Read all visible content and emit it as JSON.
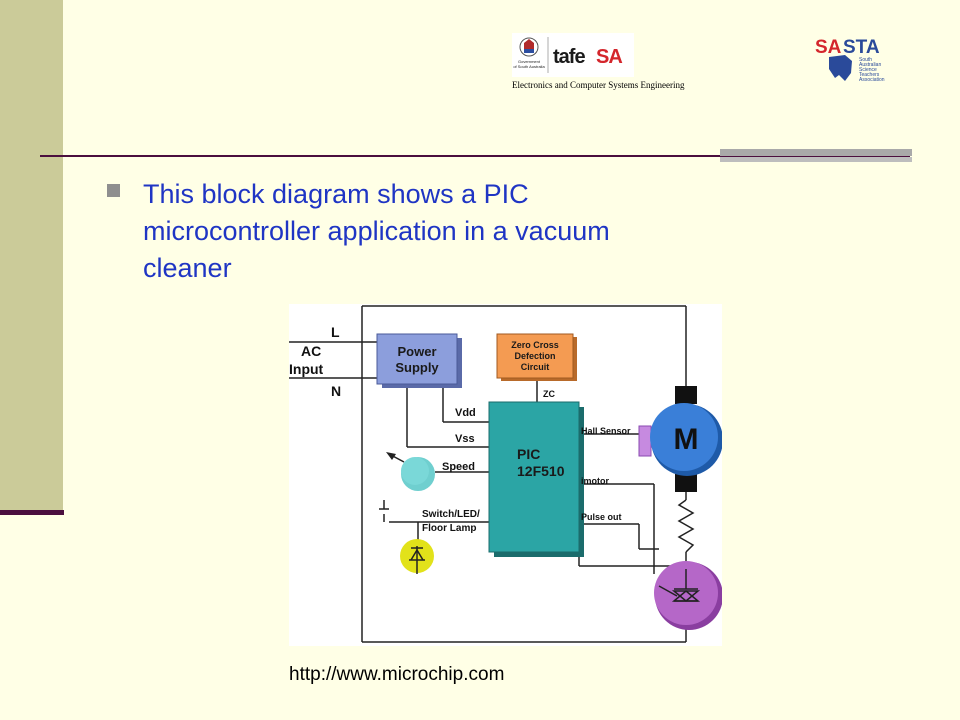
{
  "header": {
    "logo_main": "tafe",
    "logo_accent": "SA",
    "logo_gov_line1": "Government",
    "logo_gov_line2": "of South Australia",
    "caption": "Electronics and Computer Systems Engineering",
    "sasta_logo_left": "SA",
    "sasta_logo_right": "STA",
    "sasta_text_line1": "South",
    "sasta_text_line2": "Australian",
    "sasta_text_line3": "Science",
    "sasta_text_line4": "Teachers",
    "sasta_text_line5": "Association"
  },
  "bullet": {
    "text": "This block diagram shows a PIC microcontroller application in a vacuum cleaner"
  },
  "diagram": {
    "ac_l": "L",
    "ac_label1": "AC",
    "ac_label2": "Input",
    "ac_n": "N",
    "power_supply1": "Power",
    "power_supply2": "Supply",
    "zero_cross1": "Zero Cross",
    "zero_cross2": "Defection",
    "zero_cross3": "Circuit",
    "zc": "ZC",
    "vdd": "Vdd",
    "vss": "Vss",
    "speed": "Speed",
    "switch1": "Switch/LED/",
    "switch2": "Floor Lamp",
    "pic1": "PIC",
    "pic2": "12F510",
    "hall_sensor": "Hall Sensor",
    "imotor": "imotor",
    "pulse_out": "Pulse out",
    "motor": "M"
  },
  "footer": {
    "source_url": "http://www.microchip.com"
  },
  "colors": {
    "background": "#ffffe6",
    "sidebar": "#cbcb99",
    "accent_rule": "#4b0f3e",
    "bullet_text": "#1f35c4",
    "power_supply": "#7f92d6",
    "zero_cross": "#f49b52",
    "pic": "#2ba5a5",
    "motor": "#3a7fd8",
    "triac": "#b567c8"
  }
}
